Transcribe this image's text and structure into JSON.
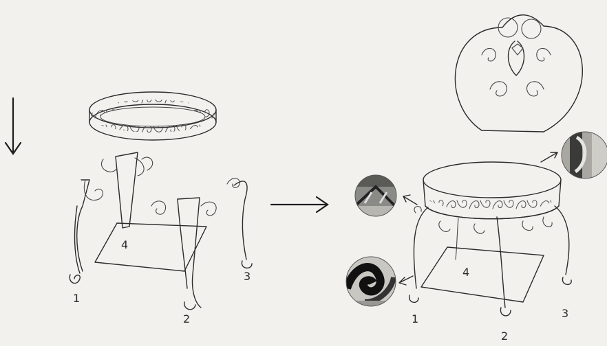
{
  "labels": {
    "left": {
      "leg1": "1",
      "leg2": "2",
      "leg3": "3",
      "leg4": "4"
    },
    "right": {
      "leg1": "1",
      "leg2": "2",
      "leg3": "3",
      "leg4": "4"
    }
  },
  "colors": {
    "paper": "#f2f1ee",
    "ink": "#2b2b2b"
  },
  "icons": {
    "down_arrow": "down-arrow-icon",
    "assembly_arrow": "right-arrow-icon",
    "detail_photos": [
      "detail-photo-seat-joint",
      "detail-photo-foot-scroll",
      "detail-photo-backrest-joint"
    ]
  }
}
